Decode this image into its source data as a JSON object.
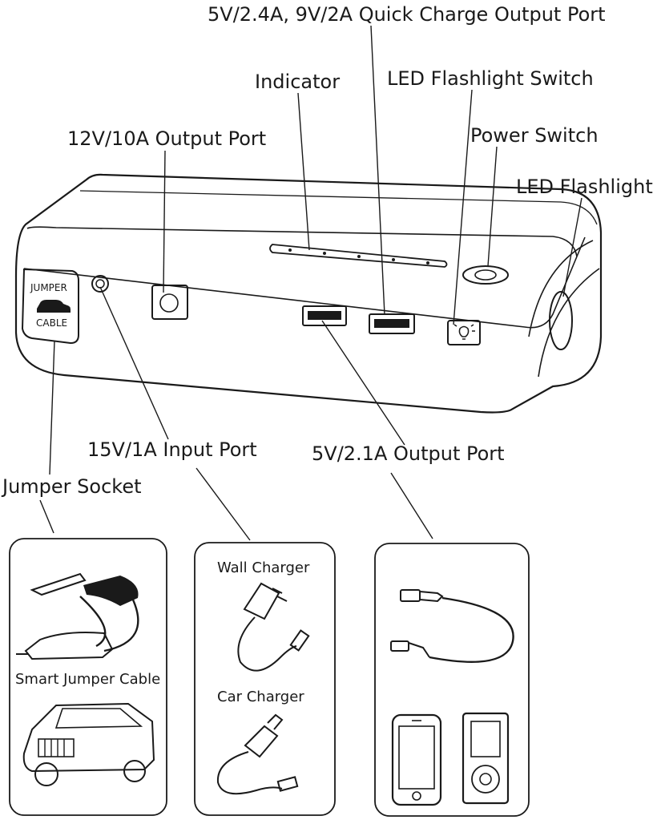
{
  "callouts": {
    "quick_charge_port": "5V/2.4A, 9V/2A Quick Charge Output Port",
    "indicator": "Indicator",
    "led_flashlight_switch": "LED Flashlight Switch",
    "output_12v": "12V/10A Output Port",
    "power_switch": "Power Switch",
    "led_flashlight": "LED Flashlight",
    "input_port": "15V/1A Input Port",
    "output_5v": "5V/2.1A Output Port",
    "jumper_socket": "Jumper Socket"
  },
  "device": {
    "socket_label_line1": "JUMPER",
    "socket_label_line2": "CABLE"
  },
  "accessories": {
    "jumper_box": {
      "item_label": "Smart Jumper Cable"
    },
    "charger_box": {
      "wall_label": "Wall Charger",
      "car_label": "Car Charger"
    }
  },
  "colors": {
    "line": "#1a1a1a",
    "background": "#ffffff"
  }
}
